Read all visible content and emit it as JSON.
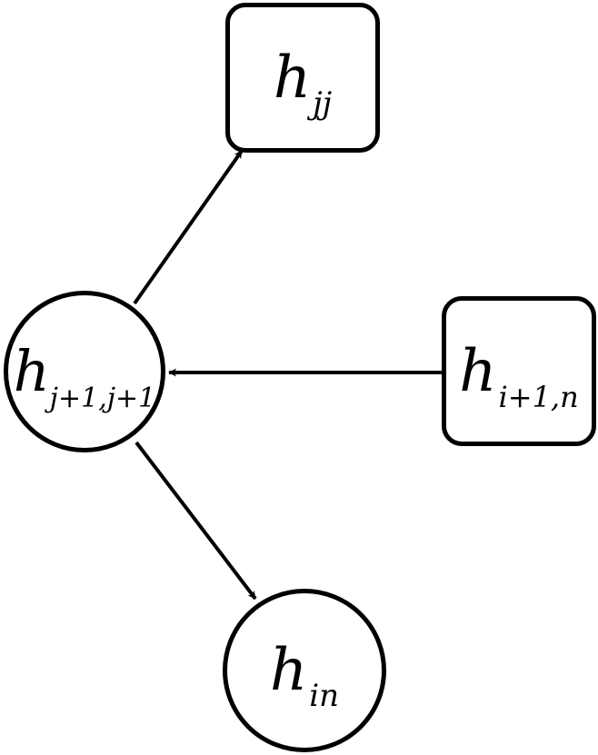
{
  "nodes": {
    "hjj": {
      "main": "h",
      "sub": "jj",
      "shape": "rounded-square"
    },
    "hj1": {
      "main": "h",
      "sub": "j+1,j+1",
      "shape": "circle"
    },
    "hi1n": {
      "main": "h",
      "sub": "i+1,n",
      "shape": "rounded-square"
    },
    "hin": {
      "main": "h",
      "sub": "in",
      "shape": "circle"
    }
  },
  "edges": [
    {
      "from": "hj1",
      "to": "hjj"
    },
    {
      "from": "hi1n",
      "to": "hj1"
    },
    {
      "from": "hj1",
      "to": "hin"
    }
  ],
  "colors": {
    "stroke": "#000000",
    "fill": "#ffffff"
  }
}
